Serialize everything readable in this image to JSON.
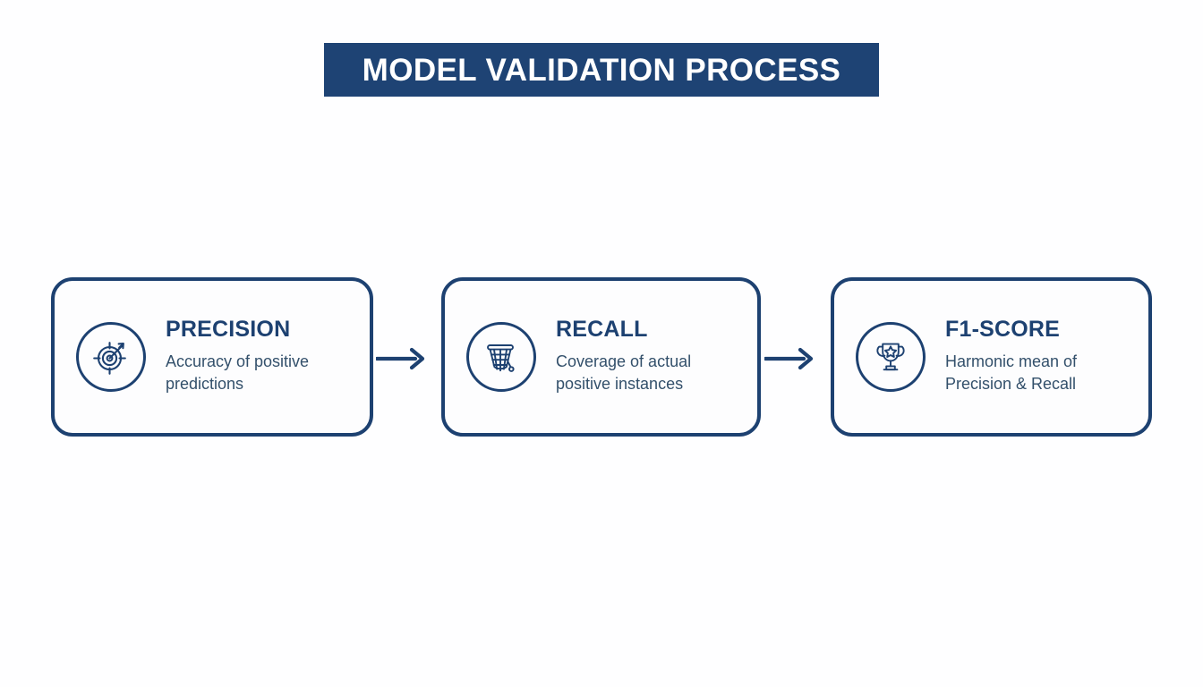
{
  "header": {
    "title": "MODEL VALIDATION PROCESS",
    "banner_color": "#1e4374",
    "text_color": "#ffffff"
  },
  "theme": {
    "accent": "#1d4171",
    "body_text": "#33506b",
    "background": "#ffffff",
    "card_fill": "#fdfdfe"
  },
  "flow": {
    "steps": [
      {
        "title": "PRECISION",
        "description": "Accuracy of positive predictions",
        "icon": "target-icon"
      },
      {
        "title": "RECALL",
        "description": "Coverage of actual positive instances",
        "icon": "net-icon"
      },
      {
        "title": "F1-SCORE",
        "description": "Harmonic mean of Precision & Recall",
        "icon": "trophy-icon"
      }
    ],
    "connectors": [
      {
        "type": "arrow-right"
      },
      {
        "type": "arrow-right"
      }
    ]
  }
}
